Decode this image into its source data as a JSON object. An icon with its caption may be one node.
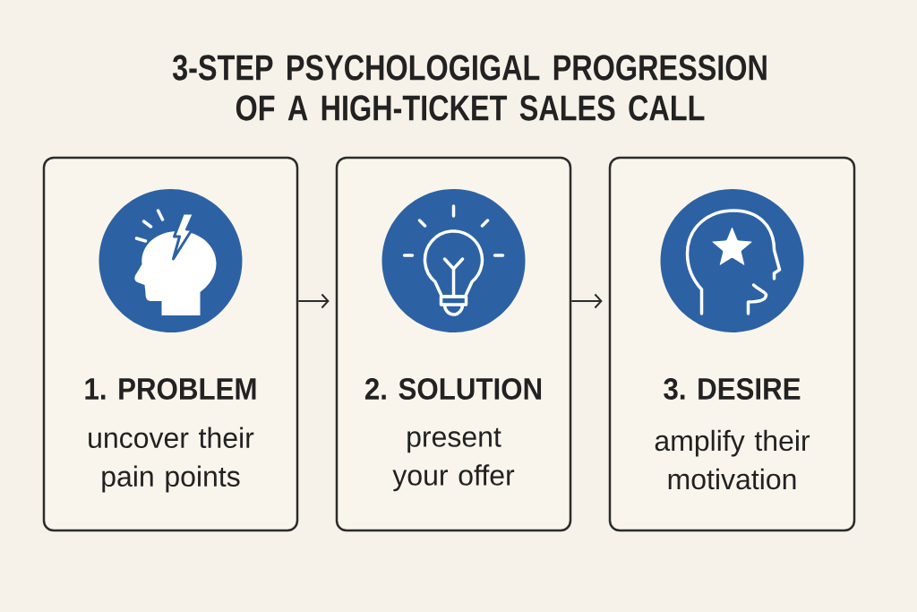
{
  "diagram": {
    "title": "3-STEP PSYCHOLOGIGAL PROGRESSION OF A HIGH-TICKET SALES CALL",
    "nodes": [
      {
        "text": [
          "1. PROBLEM",
          "uncover their pain points"
        ]
      },
      {
        "text": [
          "2. SOLUTION",
          "present your offer"
        ]
      },
      {
        "text": [
          "3. DESIRE",
          "amplify their motivation"
        ]
      }
    ],
    "edges": [
      {
        "from": 0,
        "to": 1,
        "arrow": "to"
      },
      {
        "from": 1,
        "to": 2,
        "arrow": "to"
      }
    ]
  }
}
